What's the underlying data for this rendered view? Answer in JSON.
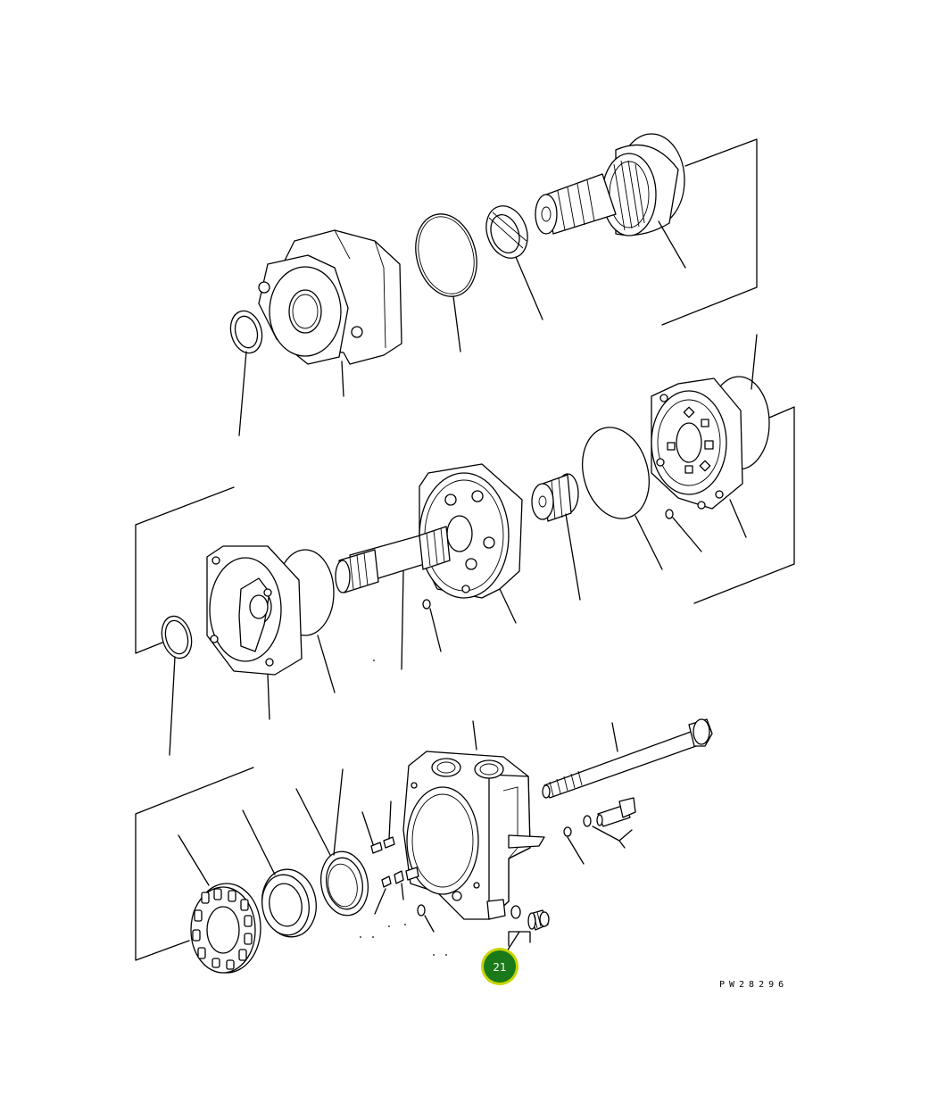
{
  "diagram": {
    "type": "exploded-parts-view",
    "callouts": [
      {
        "label": "21",
        "color": "#1a7a1a",
        "ring_color": "#c8d400"
      }
    ],
    "drawing_code": "PW28296"
  }
}
